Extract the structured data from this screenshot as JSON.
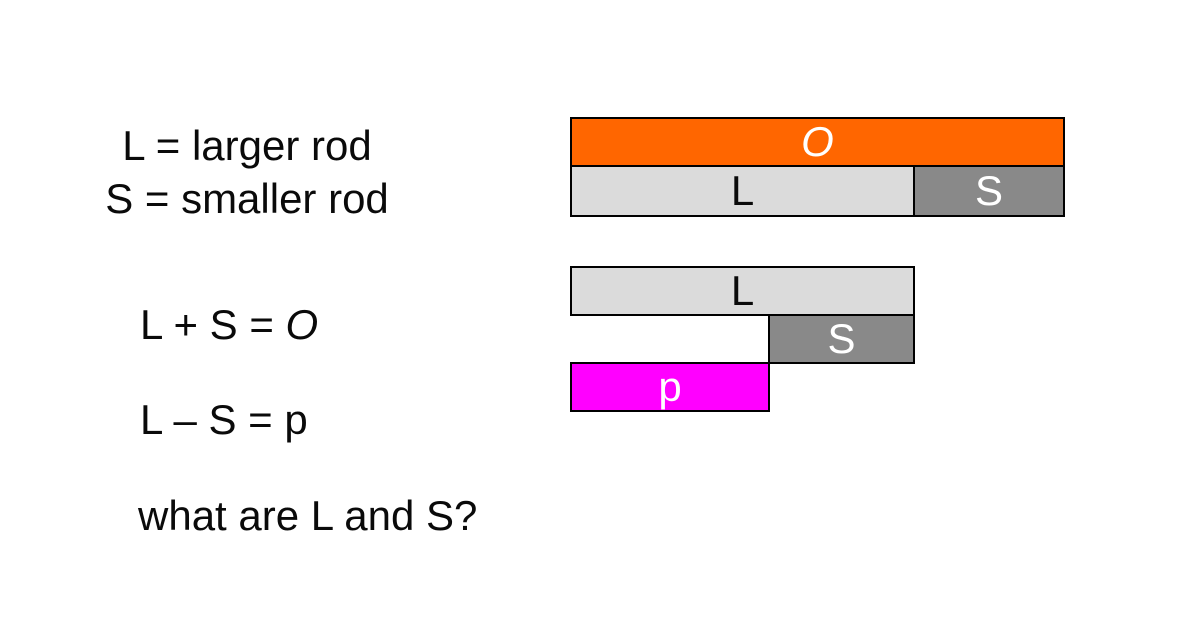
{
  "legend": {
    "line1": "L = larger rod",
    "line2": "S = smaller rod"
  },
  "equations": {
    "sum_prefix": "L + S = ",
    "sum_result": "O",
    "difference": "L – S = p",
    "question": "what are L and S?"
  },
  "sum_diagram": {
    "o_label": "O",
    "l_label": "L",
    "s_label": "S"
  },
  "difference_diagram": {
    "l_label": "L",
    "s_label": "S",
    "p_label": "p"
  },
  "colors": {
    "o_rod": "#FF6600",
    "l_rod": "#DBDBDB",
    "s_rod": "#898989",
    "p_rod": "#FF00FF",
    "border": "#000000",
    "text": "#0a0a0a"
  }
}
